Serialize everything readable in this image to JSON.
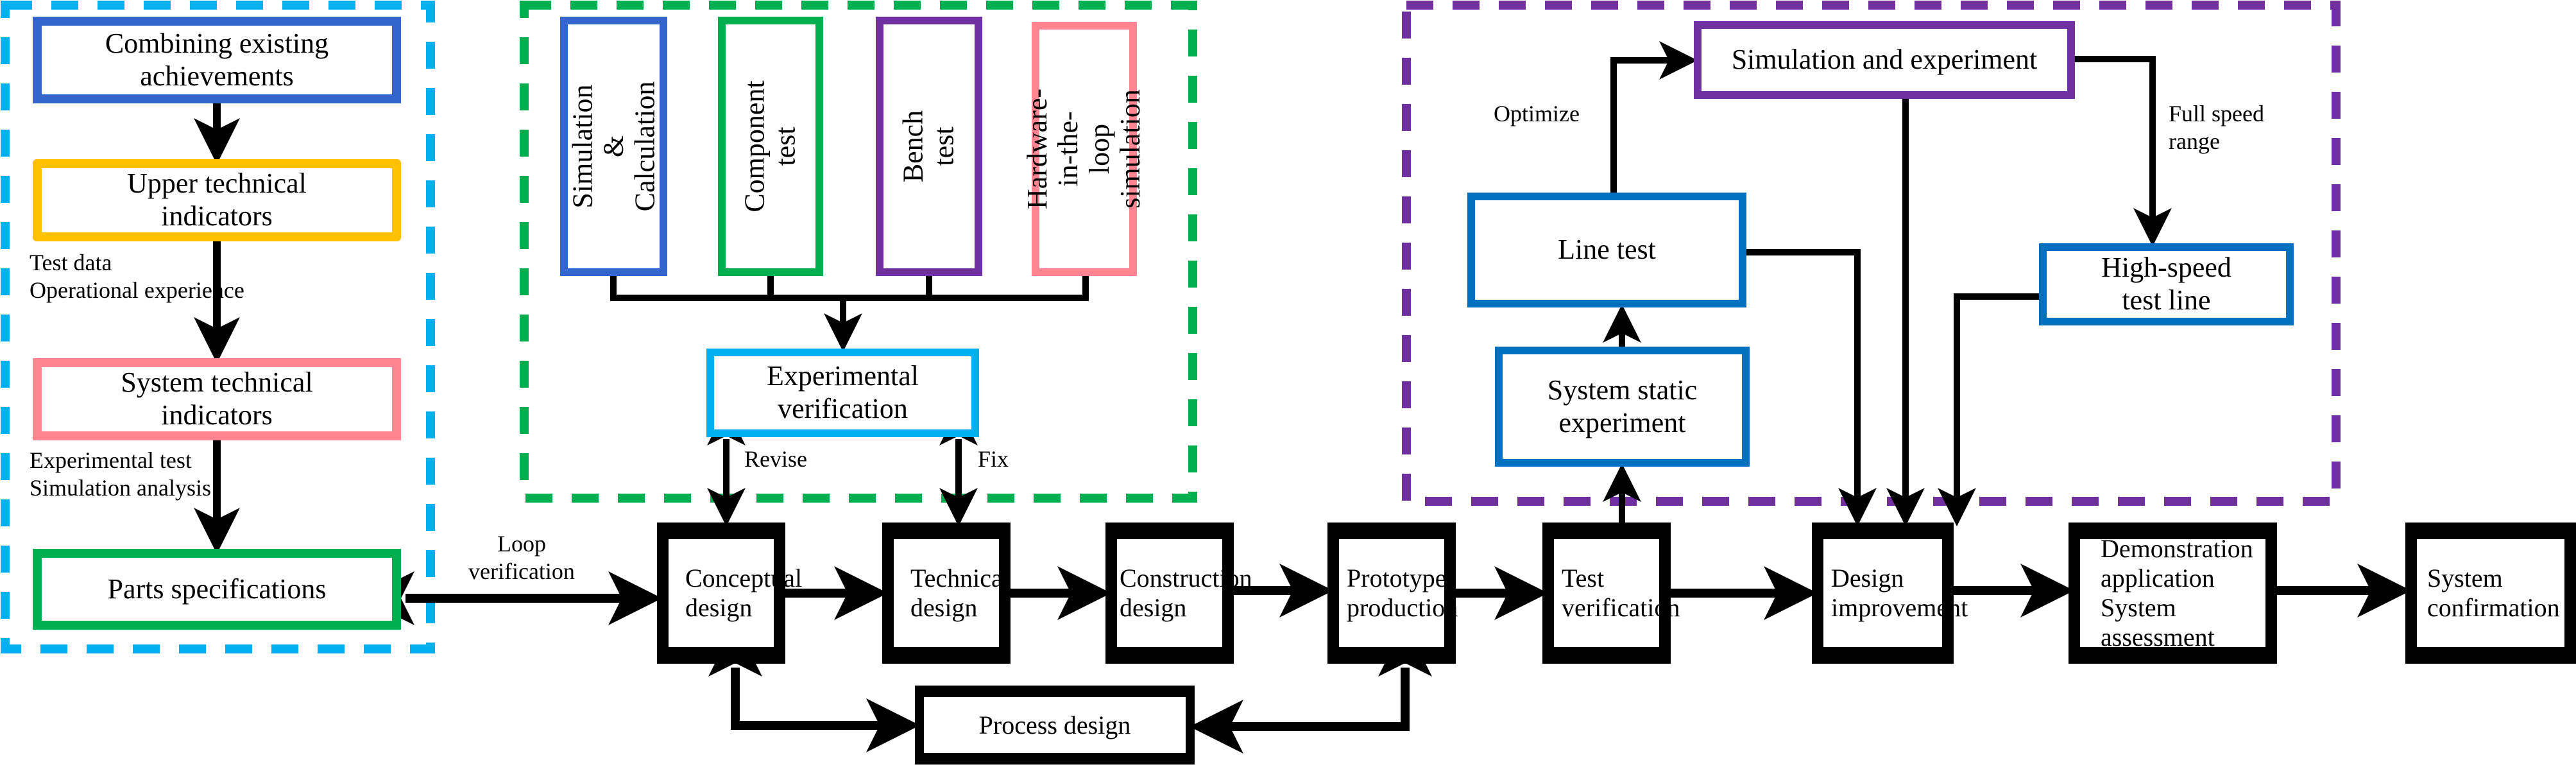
{
  "colors": {
    "group_requirements": "#00b0f0",
    "group_verification": "#00b050",
    "group_testing": "#7030a0",
    "blue_box": "#3366cc",
    "yellow_box": "#ffc000",
    "pink_box": "#ff8593",
    "green_box": "#00b050",
    "purple_box": "#7030a0",
    "cyan_box": "#00b0f0",
    "steel_blue_box": "#0070c0",
    "black": "#000000"
  },
  "requirements_group": {
    "combining": "Combining existing\nachievements",
    "upper_indicators": "Upper technical\nindicators",
    "note_upper": "Test data\nOperational experience",
    "system_indicators": "System technical\nindicators",
    "note_system": "Experimental test\nSimulation analysis",
    "parts_spec": "Parts specifications"
  },
  "loop_label": "Loop\nverification",
  "verification_group": {
    "methods": [
      {
        "label": "Simulation &\nCalculation",
        "color_key": "blue_box"
      },
      {
        "label": "Component test",
        "color_key": "green_box"
      },
      {
        "label": "Bench test",
        "color_key": "purple_box"
      },
      {
        "label": "Hardware-in-the-\nloop simulation",
        "color_key": "pink_box"
      }
    ],
    "experimental_verification": "Experimental\nverification",
    "revise_label": "Revise",
    "fix_label": "Fix"
  },
  "testing_group": {
    "sim_and_exp": "Simulation and experiment",
    "optimize_label": "Optimize",
    "full_speed_label": "Full speed\nrange",
    "line_test": "Line test",
    "high_speed": "High-speed\ntest line",
    "static_experiment": "System static\nexperiment"
  },
  "main_flow": {
    "conceptual": "Conceptual\ndesign",
    "technical": "Technical\ndesign",
    "construction": "Construction\ndesign",
    "prototype": "Prototype\nproduction",
    "test_verification": "Test\nverification",
    "design_improvement": "Design\nimprovement",
    "demonstration": "Demonstration\napplication\nSystem assessment",
    "system_confirmation": "System\nconfirmation",
    "process_design": "Process design"
  }
}
